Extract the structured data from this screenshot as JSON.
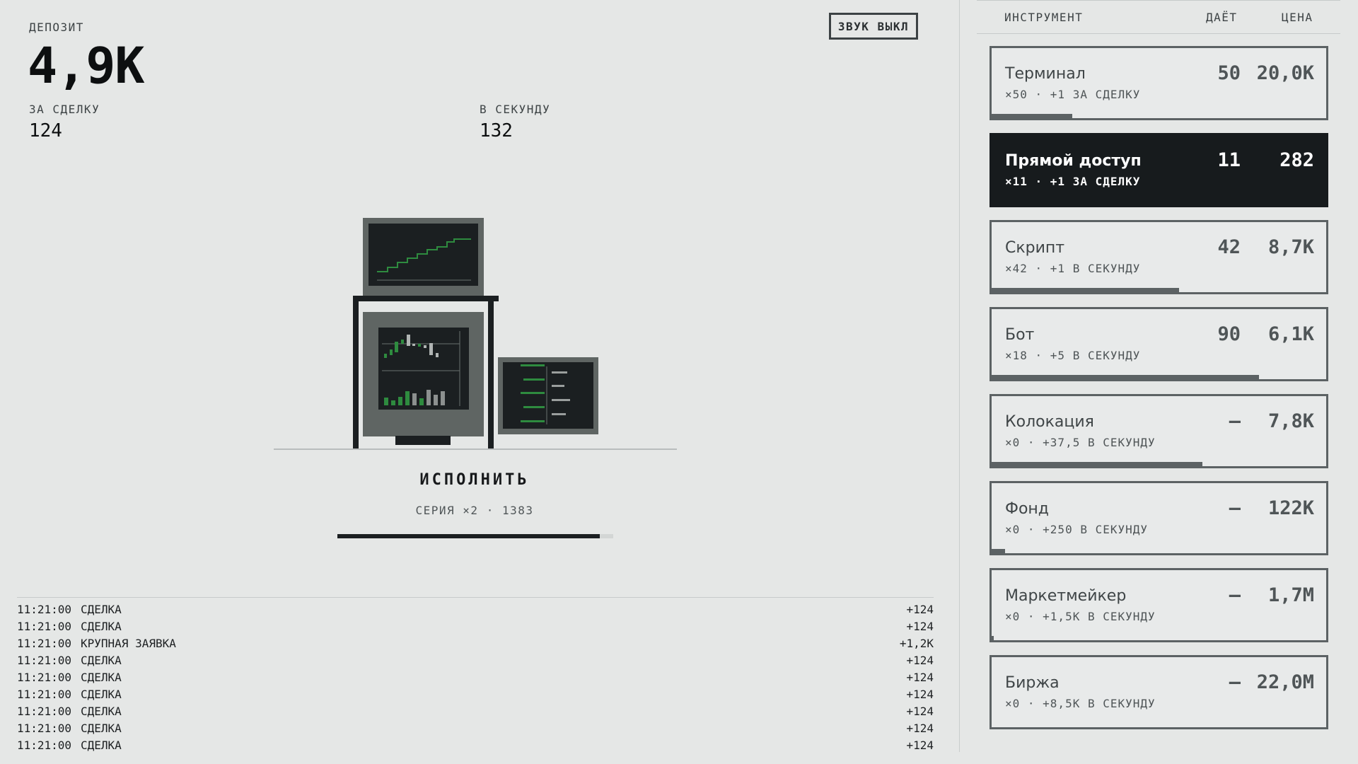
{
  "stats": {
    "deposit_label": "ДЕПОЗИТ",
    "deposit_value": "4,9К",
    "per_trade_label": "ЗА СДЕЛКУ",
    "per_trade_value": "124",
    "per_second_label": "В СЕКУНДУ",
    "per_second_value": "132"
  },
  "sound_button": "ЗВУК ВЫКЛ",
  "action": {
    "execute_label": "ИСПОЛНИТЬ",
    "combo_label": "СЕРИЯ ×2 · 1383",
    "combo_progress": 0.95
  },
  "log": [
    {
      "time": "11:21:00",
      "text": "СДЕЛКА",
      "value": "+124"
    },
    {
      "time": "11:21:00",
      "text": "СДЕЛКА",
      "value": "+124"
    },
    {
      "time": "11:21:00",
      "text": "КРУПНАЯ ЗАЯВКА",
      "value": "+1,2К"
    },
    {
      "time": "11:21:00",
      "text": "СДЕЛКА",
      "value": "+124"
    },
    {
      "time": "11:21:00",
      "text": "СДЕЛКА",
      "value": "+124"
    },
    {
      "time": "11:21:00",
      "text": "СДЕЛКА",
      "value": "+124"
    },
    {
      "time": "11:21:00",
      "text": "СДЕЛКА",
      "value": "+124"
    },
    {
      "time": "11:21:00",
      "text": "СДЕЛКА",
      "value": "+124"
    },
    {
      "time": "11:21:00",
      "text": "СДЕЛКА",
      "value": "+124"
    }
  ],
  "shop": {
    "headers": {
      "instrument": "ИНСТРУМЕНТ",
      "gives": "ДАЁТ",
      "price": "ЦЕНА"
    },
    "items": [
      {
        "name": "Терминал",
        "sub": "×50 · +1 ЗА СДЕЛКУ",
        "gives": "50",
        "price": "20,0К",
        "progress": 0.24,
        "active": false
      },
      {
        "name": "Прямой доступ",
        "sub": "×11 · +1 ЗА СДЕЛКУ",
        "gives": "11",
        "price": "282",
        "progress": 0,
        "active": true
      },
      {
        "name": "Скрипт",
        "sub": "×42 · +1 В СЕКУНДУ",
        "gives": "42",
        "price": "8,7К",
        "progress": 0.56,
        "active": false
      },
      {
        "name": "Бот",
        "sub": "×18 · +5 В СЕКУНДУ",
        "gives": "90",
        "price": "6,1К",
        "progress": 0.8,
        "active": false
      },
      {
        "name": "Колокация",
        "sub": "×0 · +37,5 В СЕКУНДУ",
        "gives": "—",
        "price": "7,8К",
        "progress": 0.63,
        "active": false
      },
      {
        "name": "Фонд",
        "sub": "×0 · +250 В СЕКУНДУ",
        "gives": "—",
        "price": "122К",
        "progress": 0.04,
        "active": false
      },
      {
        "name": "Маркетмейкер",
        "sub": "×0 · +1,5К В СЕКУНДУ",
        "gives": "—",
        "price": "1,7М",
        "progress": 0.003,
        "active": false
      },
      {
        "name": "Биржа",
        "sub": "×0 · +8,5К В СЕКУНДУ",
        "gives": "—",
        "price": "22,0М",
        "progress": 0,
        "active": false
      }
    ]
  },
  "colors": {
    "background": "#e5e7e6",
    "dark": "#171b1d",
    "card_border": "#5c6264",
    "chart_green": "#2e8b3f"
  }
}
